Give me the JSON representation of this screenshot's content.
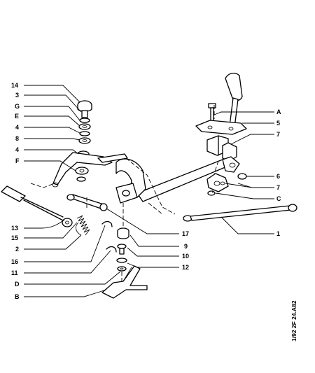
{
  "callouts_left": [
    {
      "label": "14"
    },
    {
      "label": "3"
    },
    {
      "label": "G"
    },
    {
      "label": "E"
    },
    {
      "label": "4"
    },
    {
      "label": "8"
    },
    {
      "label": "4"
    },
    {
      "label": "F"
    },
    {
      "label": "13"
    },
    {
      "label": "15"
    },
    {
      "label": "2"
    },
    {
      "label": "16"
    },
    {
      "label": "11"
    },
    {
      "label": "D"
    },
    {
      "label": "B"
    }
  ],
  "callouts_right": [
    {
      "label": "A"
    },
    {
      "label": "5"
    },
    {
      "label": "7"
    },
    {
      "label": "6"
    },
    {
      "label": "7"
    },
    {
      "label": "C"
    },
    {
      "label": "1"
    },
    {
      "label": "17"
    },
    {
      "label": "9"
    },
    {
      "label": "10"
    },
    {
      "label": "12"
    }
  ],
  "reference": "1/92 2F 24.A82"
}
